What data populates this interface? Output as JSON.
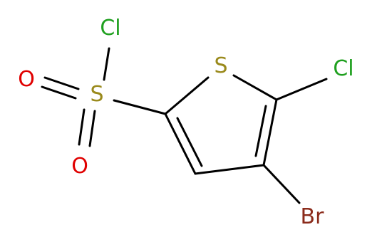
{
  "molecule": {
    "atoms": {
      "cl_sulfonyl": "Cl",
      "s_sulfonyl": "S",
      "o_upper": "O",
      "o_lower": "O",
      "s_ring": "S",
      "cl_ring": "Cl",
      "br": "Br"
    },
    "colors": {
      "bond": "#000000",
      "chlorine": "#1fa01f",
      "sulfur": "#9a8a1c",
      "oxygen": "#e00000",
      "bromine": "#8b2b1b"
    }
  }
}
